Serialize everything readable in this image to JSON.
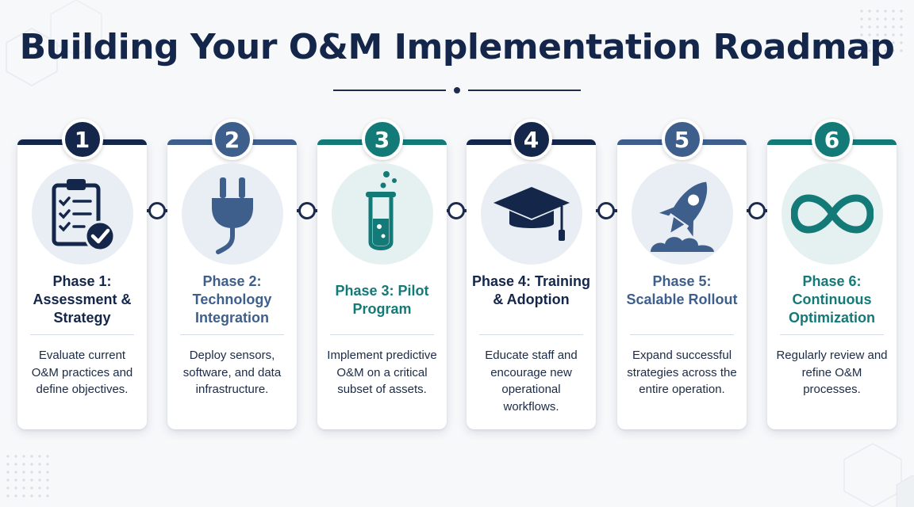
{
  "title": "Building Your O&M Implementation Roadmap",
  "colors": {
    "navy": "#14264a",
    "slate_blue": "#3e5f8c",
    "teal": "#137a78",
    "icon_bg_blue": "#e9eef5",
    "icon_bg_teal": "#e5f1f0"
  },
  "phases": [
    {
      "number": "1",
      "title": "Phase 1: Assessment & Strategy",
      "description": "Evaluate current O&M practices and define objectives.",
      "icon": "clipboard-checklist-icon"
    },
    {
      "number": "2",
      "title": "Phase 2: Technology Integration",
      "description": "Deploy sensors, software, and data infrastructure.",
      "icon": "power-plug-icon"
    },
    {
      "number": "3",
      "title": "Phase 3: Pilot Program",
      "description": "Implement predictive O&M on a critical subset of assets.",
      "icon": "test-tube-icon"
    },
    {
      "number": "4",
      "title": "Phase 4: Training & Adoption",
      "description": "Educate staff and encourage new operational workflows.",
      "icon": "graduation-cap-icon"
    },
    {
      "number": "5",
      "title": "Phase 5: Scalable Rollout",
      "description": "Expand successful strategies across the entire operation.",
      "icon": "rocket-icon"
    },
    {
      "number": "6",
      "title": "Phase 6: Continuous Optimization",
      "description": "Regularly review and refine O&M processes.",
      "icon": "infinity-icon"
    }
  ]
}
